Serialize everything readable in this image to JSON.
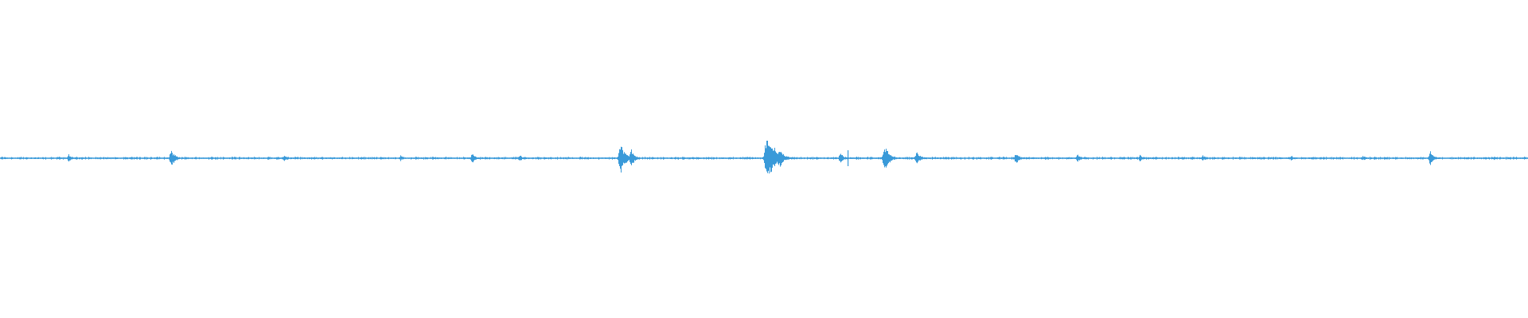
{
  "waveform": {
    "color": "#3a9ad9",
    "background": "#ffffff",
    "playhead_color": "#3a9ad9",
    "playhead_fraction": 0.555,
    "bursts": [
      {
        "at": 0.045,
        "amp": 0.012
      },
      {
        "at": 0.112,
        "amp": 0.025
      },
      {
        "at": 0.186,
        "amp": 0.01
      },
      {
        "at": 0.262,
        "amp": 0.008
      },
      {
        "at": 0.309,
        "amp": 0.018
      },
      {
        "at": 0.34,
        "amp": 0.01
      },
      {
        "at": 0.406,
        "amp": 0.05
      },
      {
        "at": 0.413,
        "amp": 0.025
      },
      {
        "at": 0.502,
        "amp": 0.085
      },
      {
        "at": 0.51,
        "amp": 0.03
      },
      {
        "at": 0.55,
        "amp": 0.015
      },
      {
        "at": 0.579,
        "amp": 0.04
      },
      {
        "at": 0.6,
        "amp": 0.02
      },
      {
        "at": 0.665,
        "amp": 0.018
      },
      {
        "at": 0.705,
        "amp": 0.012
      },
      {
        "at": 0.746,
        "amp": 0.01
      },
      {
        "at": 0.787,
        "amp": 0.01
      },
      {
        "at": 0.845,
        "amp": 0.008
      },
      {
        "at": 0.892,
        "amp": 0.008
      },
      {
        "at": 0.936,
        "amp": 0.02
      },
      {
        "at": 0.978,
        "amp": 0.006
      }
    ]
  }
}
